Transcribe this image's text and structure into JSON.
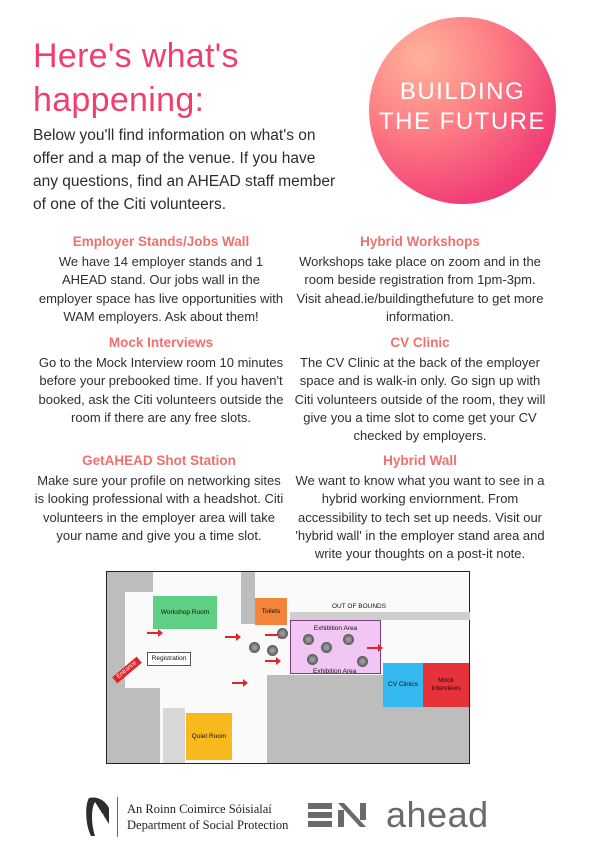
{
  "header": {
    "title_line1": "Here's what's",
    "title_line2": "happening:",
    "intro": "Below you'll find information on what's on offer and a map of the venue. If you have any questions, find an AHEAD staff member of one of the Citi volunteers."
  },
  "badge": {
    "line1": "BUILDING",
    "line2": "THE FUTURE"
  },
  "sections": [
    {
      "title": "Employer Stands/Jobs Wall",
      "body": "We have 14 employer stands and 1 AHEAD stand. Our jobs wall in the employer space has live opportunities with WAM employers. Ask about them!"
    },
    {
      "title": "Hybrid Workshops",
      "body": "Workshops take place on zoom and  in the room beside registration from 1pm-3pm. Visit ahead.ie/buildingthefuture to get more information."
    },
    {
      "title": "Mock Interviews",
      "body": "Go to the Mock Interview room 10 minutes before your prebooked time. If you haven't booked, ask the Citi volunteers outside the room if there are any free slots."
    },
    {
      "title": "CV Clinic",
      "body": "The CV Clinic at the back of the employer space and is walk-in only. Go sign up with Citi volunteers outside of the room, they will give you a time slot to come get your CV checked by employers."
    },
    {
      "title": "GetAHEAD Shot Station",
      "body": "Make sure your profile on networking sites is looking professional with a headshot. Citi volunteers in the employer area will take your name and give you a time slot."
    },
    {
      "title": "Hybrid Wall",
      "body": "We want to know what you want to see in a hybrid working enviornment. From accessibility to tech set up needs. Visit our 'hybrid wall' in the employer stand area and write  your thoughts on a post-it note."
    }
  ],
  "map": {
    "workshop_room": "Workshop Room",
    "toilets": "Toilets",
    "out_of_bounds": "OUT OF BOUNDS",
    "exhibition_area_top": "Exhibition Area",
    "exhibition_area_bottom": "Exhibition Area",
    "registration": "Registration",
    "entrance": "Entrance",
    "cv_clinics": "CV Clinics",
    "mock_interviews": "Mock Interviews",
    "quiet_room": "Quiet Room",
    "colors": {
      "workshop": "#5fcf84",
      "toilets": "#f4843a",
      "exhibition": "#f1c6f3",
      "cv": "#33b8f0",
      "mock": "#e8323a",
      "quiet": "#f7b91b"
    }
  },
  "footer": {
    "dept_irish": "An Roinn Coimirce Sóisialaí",
    "dept_english": "Department of Social Protection",
    "ahead": "ahead"
  },
  "colors": {
    "title": "#ef3f6e",
    "section_heading": "#f0706d"
  }
}
